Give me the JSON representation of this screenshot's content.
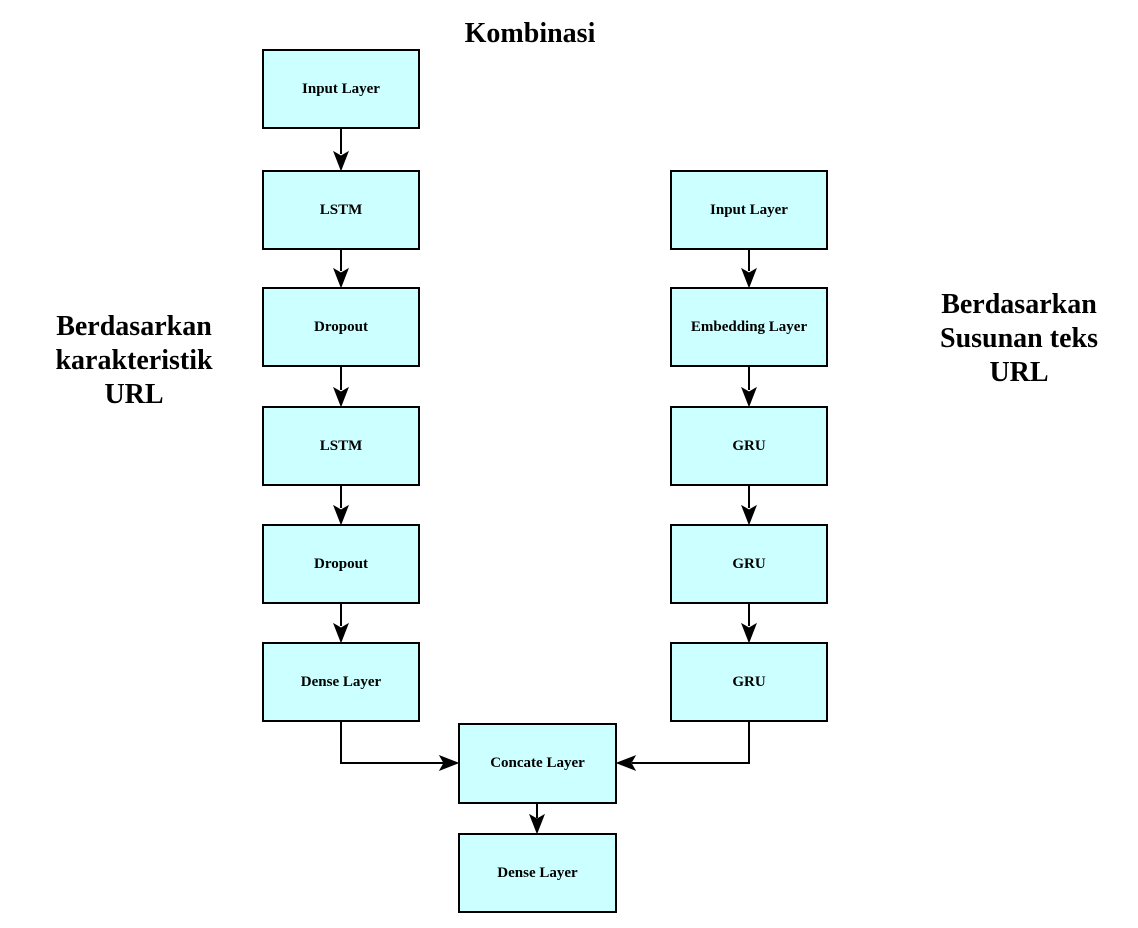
{
  "title": "Kombinasi",
  "branch_labels": {
    "left": "Berdasarkan\nkarakteristik\nURL",
    "right": "Berdasarkan\nSusunan teks\nURL"
  },
  "left_branch": {
    "nodes": [
      {
        "label": "Input Layer"
      },
      {
        "label": "LSTM"
      },
      {
        "label": "Dropout"
      },
      {
        "label": "LSTM"
      },
      {
        "label": "Dropout"
      },
      {
        "label": "Dense Layer"
      }
    ]
  },
  "right_branch": {
    "nodes": [
      {
        "label": "Input Layer"
      },
      {
        "label": "Embedding Layer"
      },
      {
        "label": "GRU"
      },
      {
        "label": "GRU"
      },
      {
        "label": "GRU"
      }
    ]
  },
  "merge_branch": {
    "nodes": [
      {
        "label": "Concate Layer"
      },
      {
        "label": "Dense Layer"
      }
    ]
  },
  "colors": {
    "node_fill": "#CCFFFF",
    "node_border": "#000000",
    "arrow": "#000000",
    "text": "#000000",
    "canvas_bg": "#FFFFFF"
  }
}
